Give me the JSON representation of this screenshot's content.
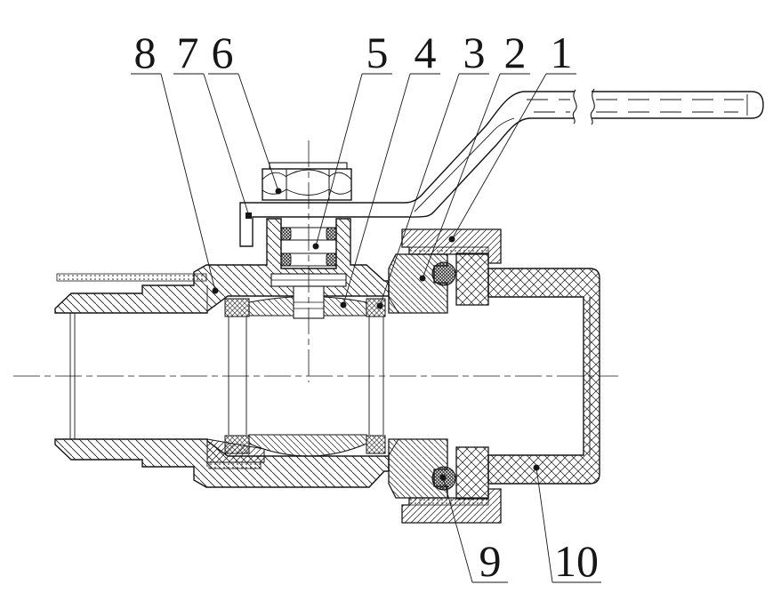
{
  "figure": {
    "type": "ball-valve-sectional-drawing",
    "description": "Cross-section engineering drawing of a union ball valve with handle",
    "colors": {
      "line": "#161616",
      "background": "#ffffff"
    },
    "callouts": [
      {
        "label": "1"
      },
      {
        "label": "2"
      },
      {
        "label": "3"
      },
      {
        "label": "4"
      },
      {
        "label": "5"
      },
      {
        "label": "6"
      },
      {
        "label": "7"
      },
      {
        "label": "8"
      },
      {
        "label": "9"
      },
      {
        "label": "10"
      }
    ]
  }
}
